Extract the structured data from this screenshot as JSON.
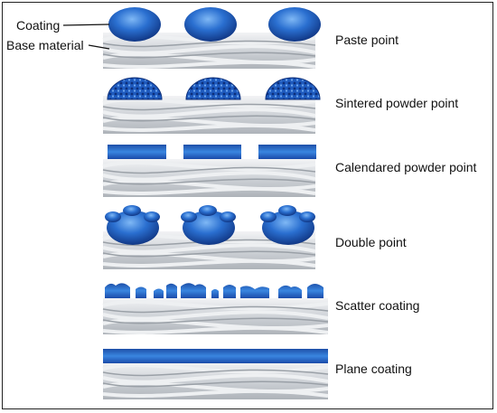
{
  "callouts": {
    "coating": "Coating",
    "base_material": "Base material"
  },
  "rows": [
    {
      "label": "Paste point",
      "style": "dome"
    },
    {
      "label": "Sintered powder point",
      "style": "sintered"
    },
    {
      "label": "Calendared powder point",
      "style": "calendared"
    },
    {
      "label": "Double point",
      "style": "double"
    },
    {
      "label": "Scatter coating",
      "style": "scatter"
    },
    {
      "label": "Plane coating",
      "style": "plane"
    }
  ],
  "colors": {
    "coating_dark": "#1a4aa8",
    "coating_light": "#3a86e0",
    "fabric": "#c9cdd2",
    "frame": "#222222"
  }
}
